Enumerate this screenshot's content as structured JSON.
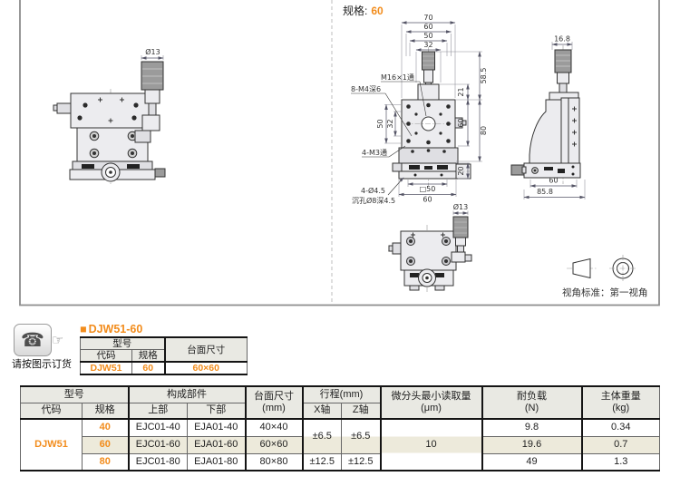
{
  "colors": {
    "accent": "#f28c1c",
    "row_highlight": "#edeadb",
    "header_bg": "#e9e9e3"
  },
  "drawing": {
    "spec_label": "规格:",
    "spec_value": "60",
    "front": {
      "d70": "70",
      "d60": "60",
      "d50": "50",
      "d32": "32",
      "d585": "58.5",
      "d21": "21",
      "d60r": "60",
      "d80": "80",
      "d20": "20",
      "d50l": "50",
      "d32l": "32",
      "dsq50": "□50",
      "d60b": "60",
      "m16": "M16×1通",
      "m4": "8-M4深6",
      "m3": "4-M3通",
      "holes": "4-Ø4.5",
      "holes2": "沉孔Ø8深4.5"
    },
    "left": {
      "d13": "Ø13"
    },
    "right": {
      "d168": "16.8",
      "d60": "60",
      "d858": "85.8"
    },
    "bottom": {
      "d13": "Ø13"
    },
    "projection": "视角标准：第一视角"
  },
  "order": {
    "caption": "请按图示订货",
    "bullet": "■",
    "title": "DJW51-60",
    "model": "型号",
    "code": "代码",
    "spec": "规格",
    "size": "台面尺寸",
    "code_value": "DJW51",
    "spec_value": "60",
    "size_value": "60×60"
  },
  "spec_table": {
    "h_model": "型号",
    "h_code": "代码",
    "h_spec": "规格",
    "h_components": "构成部件",
    "h_upper": "上部",
    "h_lower": "下部",
    "h_size1": "台面尺寸",
    "h_size2": "(mm)",
    "h_travel": "行程(mm)",
    "h_x": "X轴",
    "h_z": "Z轴",
    "h_micro1": "微分头最小读取量",
    "h_micro2": "(μm)",
    "h_load1": "耐负载",
    "h_load2": "(N)",
    "h_weight1": "主体重量",
    "h_weight2": "(kg)",
    "code_value": "DJW51",
    "travel_x_12": "±6.5",
    "travel_z_12": "±6.5",
    "micro_all": "10",
    "rows": [
      {
        "spec": "40",
        "upper": "EJC01-40",
        "lower": "EJA01-40",
        "size": "40×40",
        "load": "9.8",
        "weight": "0.34"
      },
      {
        "spec": "60",
        "upper": "EJC01-60",
        "lower": "EJA01-60",
        "size": "60×60",
        "load": "19.6",
        "weight": "0.7"
      },
      {
        "spec": "80",
        "upper": "EJC01-80",
        "lower": "EJA01-80",
        "size": "80×80",
        "travel_x": "±12.5",
        "travel_z": "±12.5",
        "load": "49",
        "weight": "1.3"
      }
    ]
  }
}
